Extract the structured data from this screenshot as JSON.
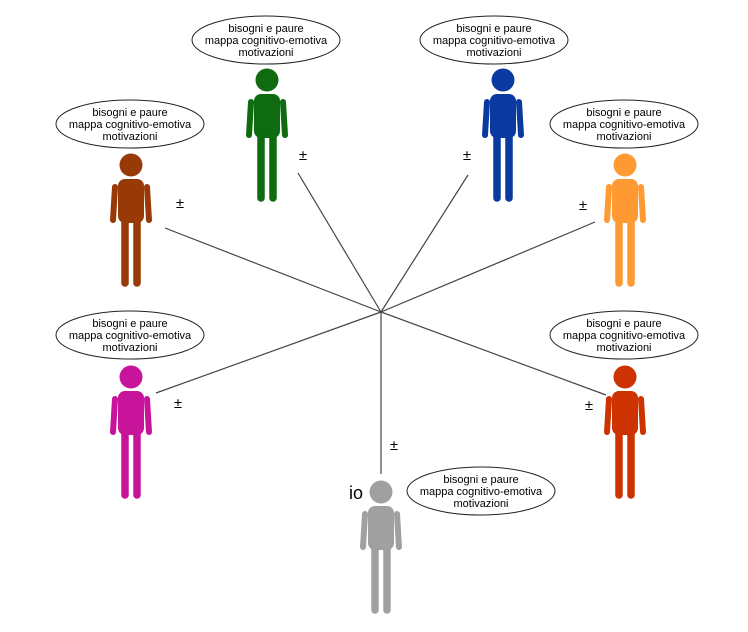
{
  "diagram": {
    "self_label": "io",
    "relation_symbol": "±",
    "bubble_lines": [
      "bisogni e paure",
      "mappa cognitivo-emotiva",
      "motivazioni"
    ],
    "people": [
      {
        "id": "green",
        "color": "#0f6b0f"
      },
      {
        "id": "blue",
        "color": "#0a3aa0"
      },
      {
        "id": "brown",
        "color": "#973a07"
      },
      {
        "id": "orange",
        "color": "#ff9a33"
      },
      {
        "id": "magenta",
        "color": "#c8149b"
      },
      {
        "id": "red",
        "color": "#cc3300"
      },
      {
        "id": "self",
        "color": "#a0a0a0"
      }
    ]
  }
}
